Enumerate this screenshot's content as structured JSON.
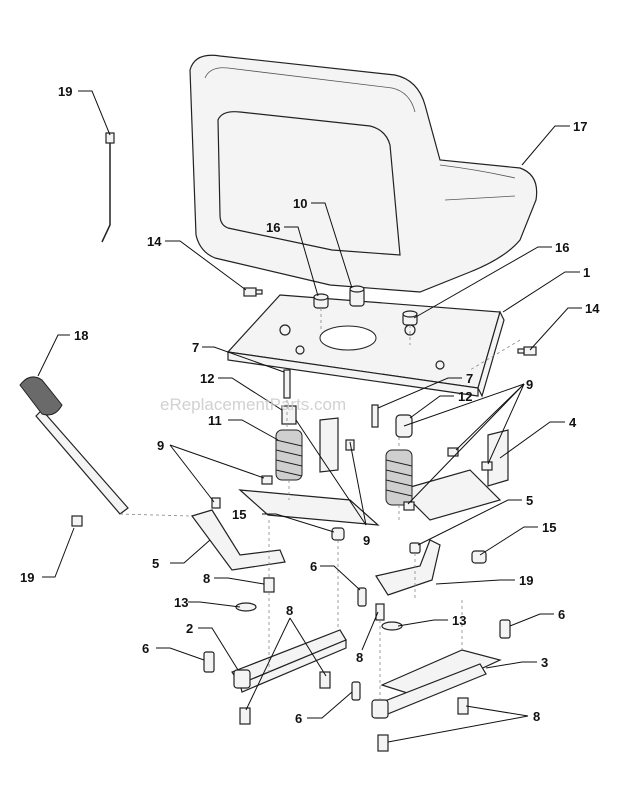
{
  "watermark": "eReplacementParts.com",
  "callouts": [
    {
      "id": "c19a",
      "label": "19"
    },
    {
      "id": "c17",
      "label": "17"
    },
    {
      "id": "c10",
      "label": "10"
    },
    {
      "id": "c16a",
      "label": "16"
    },
    {
      "id": "c14a",
      "label": "14"
    },
    {
      "id": "c16b",
      "label": "16"
    },
    {
      "id": "c1",
      "label": "1"
    },
    {
      "id": "c14b",
      "label": "14"
    },
    {
      "id": "c18",
      "label": "18"
    },
    {
      "id": "c7a",
      "label": "7"
    },
    {
      "id": "c7b",
      "label": "7"
    },
    {
      "id": "c12a",
      "label": "12"
    },
    {
      "id": "c12b",
      "label": "12"
    },
    {
      "id": "c9a",
      "label": "9"
    },
    {
      "id": "c11",
      "label": "11"
    },
    {
      "id": "c4",
      "label": "4"
    },
    {
      "id": "c9b",
      "label": "9"
    },
    {
      "id": "c5a",
      "label": "5"
    },
    {
      "id": "c15a",
      "label": "15"
    },
    {
      "id": "c9c",
      "label": "9"
    },
    {
      "id": "c15b",
      "label": "15"
    },
    {
      "id": "c5b",
      "label": "5"
    },
    {
      "id": "c19b",
      "label": "19"
    },
    {
      "id": "c19c",
      "label": "19"
    },
    {
      "id": "c6a",
      "label": "6"
    },
    {
      "id": "c8a",
      "label": "8"
    },
    {
      "id": "c13a",
      "label": "13"
    },
    {
      "id": "c8b",
      "label": "8"
    },
    {
      "id": "c6b",
      "label": "6"
    },
    {
      "id": "c13b",
      "label": "13"
    },
    {
      "id": "c2",
      "label": "2"
    },
    {
      "id": "c6c",
      "label": "6"
    },
    {
      "id": "c8c",
      "label": "8"
    },
    {
      "id": "c3",
      "label": "3"
    },
    {
      "id": "c6d",
      "label": "6"
    },
    {
      "id": "c8d",
      "label": "8"
    }
  ]
}
